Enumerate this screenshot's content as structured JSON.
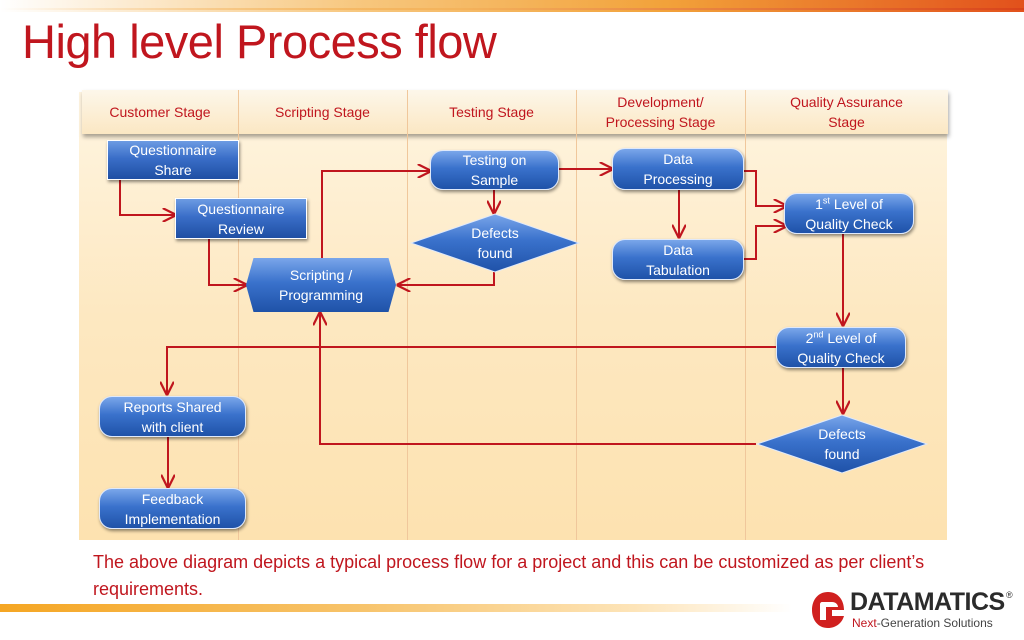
{
  "title": "High level Process flow",
  "lanes": [
    {
      "label": "Customer Stage"
    },
    {
      "label": "Scripting Stage"
    },
    {
      "label": "Testing Stage"
    },
    {
      "label": "Development/\nProcessing Stage"
    },
    {
      "label": "Quality Assurance\nStage"
    }
  ],
  "nodes": {
    "questionnaire_share": "Questionnaire\nShare",
    "questionnaire_review": "Questionnaire\nReview",
    "scripting_programming": "Scripting /\nProgramming",
    "testing_on_sample": "Testing on\nSample",
    "defects_found_testing": "Defects\nfound",
    "data_processing": "Data\nProcessing",
    "data_tabulation": "Data\nTabulation",
    "qc1_num": "1",
    "qc1_sup": "st",
    "qc1_rest": " Level of",
    "qc1_line2": "Quality Check",
    "qc2_num": "2",
    "qc2_sup": "nd",
    "qc2_rest": " Level of",
    "qc2_line2": "Quality Check",
    "reports_shared": "Reports Shared\nwith client",
    "defects_found_qa": "Defects\nfound",
    "feedback_implementation": "Feedback\nImplementation"
  },
  "footer": "The above diagram depicts a typical process flow for a project and this can be customized as per client’s requirements.",
  "logo": {
    "name": "DATAMATICS",
    "registered": "®",
    "tagline_accent": "Next",
    "tagline_rest": "-Generation Solutions"
  },
  "colors": {
    "title_red": "#c0161e",
    "node_blue": "#2f62b8",
    "arrow_red": "#c0161e",
    "lane_bg": "#fde8c1"
  }
}
